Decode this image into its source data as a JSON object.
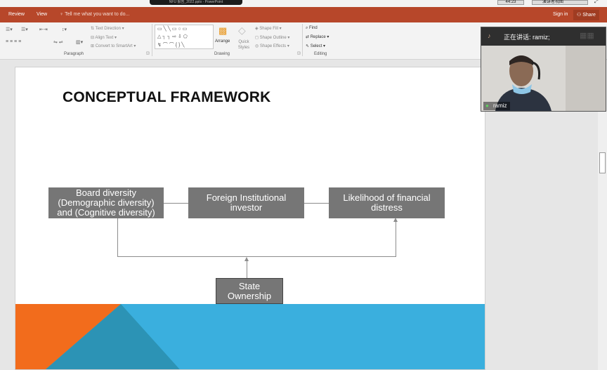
{
  "window": {
    "doc_title": "NFU 报告_2022.pptx - PowerPoint",
    "timer": "44:23",
    "view_label": "演讲者视图"
  },
  "tabs": {
    "review": "Review",
    "view": "View",
    "tell_me": "Tell me what you want to do...",
    "sign_in": "Sign in",
    "share": "Share"
  },
  "ribbon": {
    "paragraph": {
      "label": "Paragraph",
      "text_direction": "Text Direction",
      "align_text": "Align Text",
      "convert_smartart": "Convert to SmartArt"
    },
    "drawing": {
      "label": "Drawing",
      "arrange": "Arrange",
      "quick_styles": "Quick Styles",
      "shape_fill": "Shape Fill",
      "shape_outline": "Shape Outline",
      "shape_effects": "Shape Effects"
    },
    "editing": {
      "label": "Editing",
      "find": "Find",
      "replace": "Replace",
      "select": "Select"
    }
  },
  "slide": {
    "title": "CONCEPTUAL FRAMEWORK",
    "boxes": {
      "board": "Board diversity (Demographic diversity) and (Cognitive diversity)",
      "foreign": "Foreign Institutional investor",
      "likelihood": "Likelihood of financial distress",
      "state": "State Ownership"
    },
    "colors": {
      "box": "#767676",
      "band_blue": "#3aafde",
      "band_orange": "#f26c1c"
    }
  },
  "video": {
    "speaking": "正在讲话: ramiz;",
    "participant": "ramiz"
  },
  "colors": {
    "ribbon_accent": "#b7472a"
  }
}
